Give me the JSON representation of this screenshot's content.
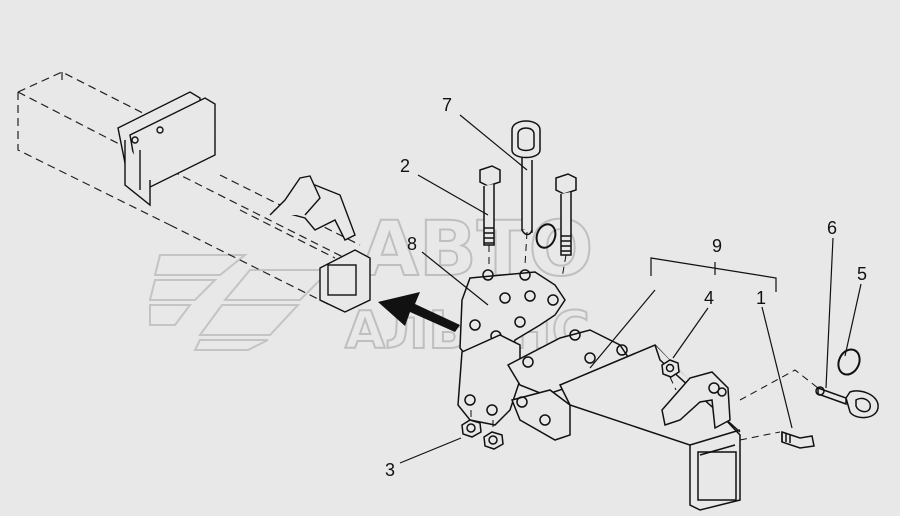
{
  "diagram": {
    "callouts": [
      {
        "id": "1",
        "label": "1"
      },
      {
        "id": "2",
        "label": "2"
      },
      {
        "id": "3",
        "label": "3"
      },
      {
        "id": "4",
        "label": "4"
      },
      {
        "id": "5",
        "label": "5"
      },
      {
        "id": "6",
        "label": "6"
      },
      {
        "id": "7",
        "label": "7"
      },
      {
        "id": "8",
        "label": "8"
      },
      {
        "id": "9",
        "label": "9"
      }
    ],
    "watermark": {
      "line1": "АВТО",
      "line2": "АЛЬЯНС"
    },
    "colors": {
      "background": "#e8e8e8",
      "line": "#111111",
      "watermark": "#bfbfbf"
    }
  }
}
